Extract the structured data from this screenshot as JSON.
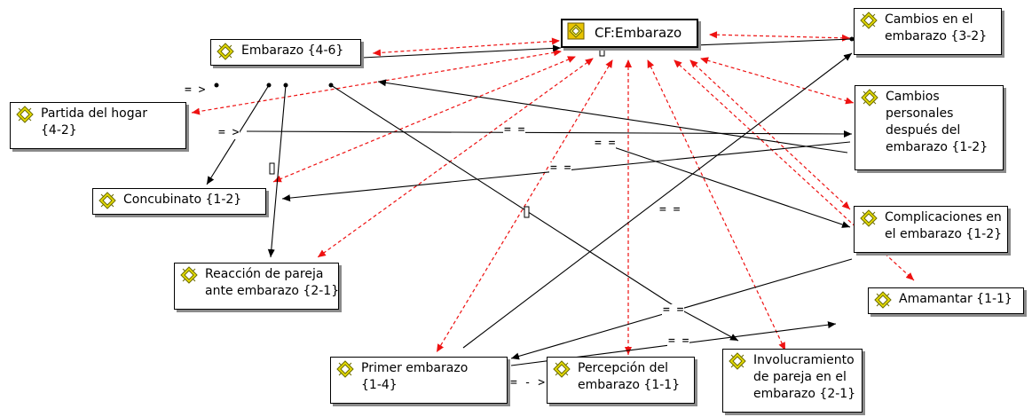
{
  "colors": {
    "association": "#000000",
    "core_link": "#ee1111",
    "icon_fill": "#e6dc00",
    "icon_stroke": "#6b6b00"
  },
  "nodes": {
    "cf_embarazo": {
      "icon": "code-family-icon",
      "lines": [
        "CF:Embarazo"
      ]
    },
    "embarazo": {
      "icon": "code-icon",
      "lines": [
        "Embarazo {4-6}"
      ]
    },
    "cambios_embarazo": {
      "icon": "code-icon",
      "lines": [
        "Cambios en el",
        "embarazo {3-2}"
      ]
    },
    "partida_hogar": {
      "icon": "code-icon",
      "lines": [
        "Partida del hogar",
        "{4-2}"
      ]
    },
    "cambios_personales": {
      "icon": "code-icon",
      "lines": [
        "Cambios",
        "personales",
        "después del",
        "embarazo {1-2}"
      ]
    },
    "concubinato": {
      "icon": "code-icon",
      "lines": [
        "Concubinato {1-2}"
      ]
    },
    "complicaciones": {
      "icon": "code-icon",
      "lines": [
        "Complicaciones en",
        "el embarazo {1-2}"
      ]
    },
    "reaccion_pareja": {
      "icon": "code-icon",
      "lines": [
        "Reacción de pareja",
        "ante embarazo {2-1}"
      ]
    },
    "amamantar": {
      "icon": "code-icon",
      "lines": [
        "Amamantar {1-1}"
      ]
    },
    "primer_embarazo": {
      "icon": "code-icon",
      "lines": [
        "Primer embarazo",
        "{1-4}"
      ]
    },
    "percepcion": {
      "icon": "code-icon",
      "lines": [
        "Percepción del",
        "embarazo {1-1}"
      ]
    },
    "involucramiento": {
      "icon": "code-icon",
      "lines": [
        "Involucramiento",
        "de pareja en el",
        "embarazo {2-1}"
      ]
    }
  },
  "relation_labels": {
    "r1": "= >",
    "r2": "= >",
    "r3": "= =",
    "r4": "= =",
    "r5": "= =",
    "r6": "= =",
    "r7": "= =",
    "r8": "= =",
    "r9": "= - >"
  }
}
